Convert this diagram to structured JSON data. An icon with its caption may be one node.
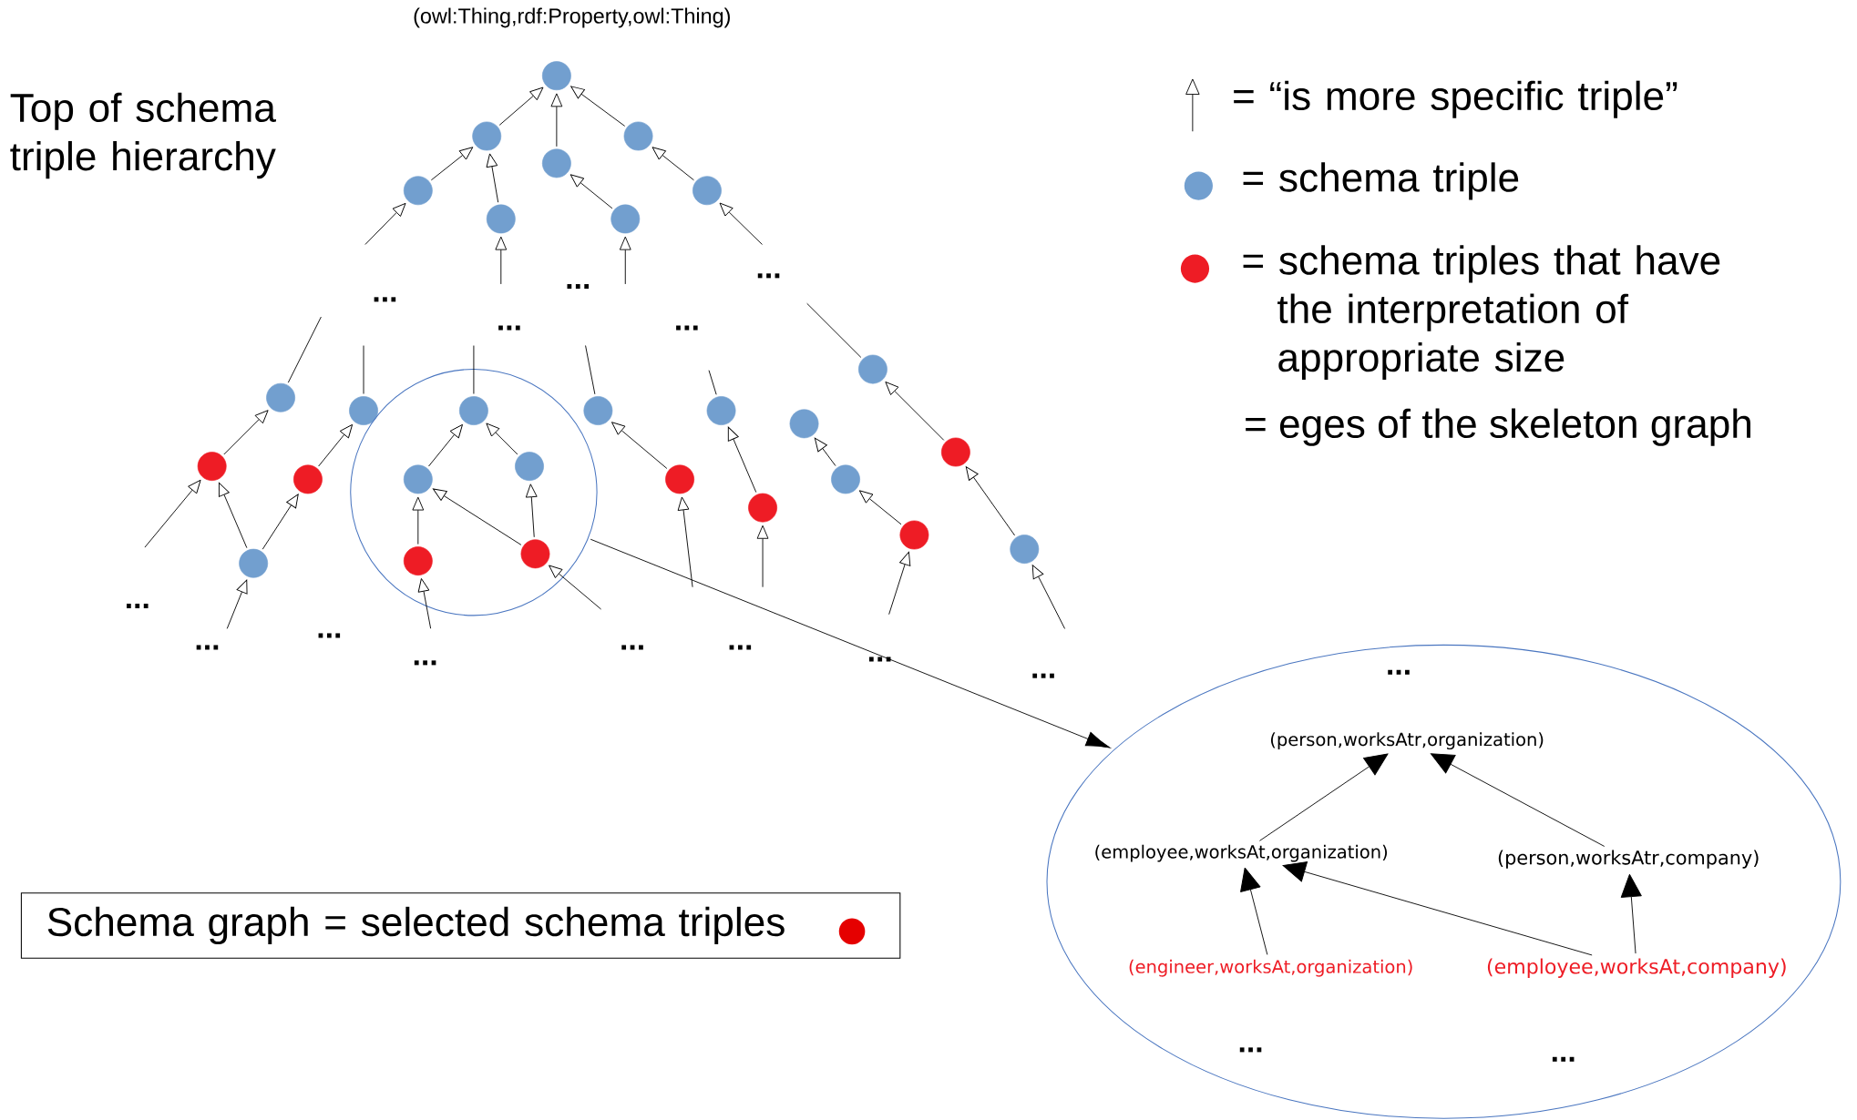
{
  "diagram": {
    "nodes": [
      {
        "text": [],
        "shape": "circle",
        "beside": [
          "(owl:Thing,rdf:Property,owl:Thing)"
        ]
      },
      {
        "text": [],
        "shape": "circle"
      },
      {
        "text": [],
        "shape": "circle"
      },
      {
        "text": [],
        "shape": "circle"
      },
      {
        "text": [],
        "shape": "circle"
      },
      {
        "text": [],
        "shape": "circle"
      },
      {
        "text": [],
        "shape": "circle"
      },
      {
        "text": [],
        "shape": "circle"
      },
      {
        "text": [],
        "shape": "circle"
      },
      {
        "text": [],
        "shape": "circle"
      },
      {
        "text": [],
        "shape": "circle"
      },
      {
        "text": [],
        "shape": "circle",
        "in": 10
      },
      {
        "text": [],
        "shape": "circle",
        "in": 10
      },
      {
        "text": [],
        "shape": "circle",
        "in": 10
      },
      {
        "text": [],
        "shape": "circle",
        "in": 10
      },
      {
        "text": [],
        "shape": "circle",
        "in": 10
      },
      {
        "text": [],
        "shape": "circle"
      },
      {
        "text": [],
        "shape": "circle"
      },
      {
        "text": [],
        "shape": "circle"
      },
      {
        "text": [],
        "shape": "circle"
      },
      {
        "text": [],
        "shape": "circle"
      },
      {
        "text": [],
        "shape": "circle"
      },
      {
        "text": [],
        "shape": "circle"
      },
      {
        "text": [],
        "shape": "circle"
      },
      {
        "text": [],
        "shape": "circle"
      },
      {
        "text": [],
        "shape": "circle"
      },
      {
        "text": [],
        "shape": "circle"
      },
      {
        "text": [],
        "shape": "circle"
      },
      {
        "text": [],
        "shape": "circle"
      },
      {
        "text": [],
        "shape": "ellipse"
      },
      {
        "text": [
          "(person,worksAtr,organization)"
        ],
        "in": 29
      },
      {
        "text": [
          "(employee,worksAt,organization)"
        ],
        "in": 29
      },
      {
        "text": [
          "(person,worksAtr,company)"
        ],
        "in": 29
      },
      {
        "text": [
          "(engineer,worksAt,organization)"
        ],
        "in": 29
      },
      {
        "text": [
          "(employee,worksAt,company)"
        ],
        "in": 29
      },
      {
        "text": [
          "Schema graph = selected schema triples"
        ]
      }
    ],
    "edges": [
      {
        "from": 1,
        "to": 0,
        "arrow": "to"
      },
      {
        "from": 2,
        "to": 0,
        "arrow": "to"
      },
      {
        "from": 3,
        "to": 0,
        "arrow": "to"
      },
      {
        "from": 4,
        "to": 1,
        "arrow": "to"
      },
      {
        "from": 5,
        "to": 1,
        "arrow": "to"
      },
      {
        "from": 6,
        "to": 2,
        "arrow": "to"
      },
      {
        "from": 7,
        "to": 3,
        "arrow": "to"
      },
      {
        "from": null,
        "to": 4,
        "arrow": "to"
      },
      {
        "from": null,
        "to": 5,
        "arrow": "to"
      },
      {
        "from": null,
        "to": 6,
        "arrow": "to"
      },
      {
        "from": null,
        "to": 7,
        "arrow": "to"
      },
      {
        "from": 8,
        "to": null,
        "arrow": "none"
      },
      {
        "from": 9,
        "to": null,
        "arrow": "none"
      },
      {
        "from": 11,
        "to": null,
        "arrow": "none"
      },
      {
        "from": 16,
        "to": null,
        "arrow": "none"
      },
      {
        "from": 17,
        "to": null,
        "arrow": "none"
      },
      {
        "from": 19,
        "to": null,
        "arrow": "none"
      },
      {
        "from": 20,
        "to": 8,
        "arrow": "to"
      },
      {
        "from": 21,
        "to": 9,
        "arrow": "to"
      },
      {
        "from": 22,
        "to": 20,
        "arrow": "to"
      },
      {
        "from": 22,
        "to": 21,
        "arrow": "to"
      },
      {
        "from": null,
        "to": 20,
        "arrow": "to"
      },
      {
        "from": null,
        "to": 22,
        "arrow": "to"
      },
      {
        "from": 12,
        "to": 11,
        "arrow": "to"
      },
      {
        "from": 13,
        "to": 11,
        "arrow": "to"
      },
      {
        "from": 14,
        "to": 12,
        "arrow": "to"
      },
      {
        "from": 15,
        "to": 12,
        "arrow": "to"
      },
      {
        "from": 15,
        "to": 13,
        "arrow": "to"
      },
      {
        "from": null,
        "to": 14,
        "arrow": "to"
      },
      {
        "from": null,
        "to": 15,
        "arrow": "to"
      },
      {
        "from": 23,
        "to": 16,
        "arrow": "to"
      },
      {
        "from": 24,
        "to": 17,
        "arrow": "to"
      },
      {
        "from": null,
        "to": 23,
        "arrow": "to"
      },
      {
        "from": null,
        "to": 24,
        "arrow": "to"
      },
      {
        "from": 25,
        "to": 18,
        "arrow": "to"
      },
      {
        "from": 26,
        "to": 25,
        "arrow": "to"
      },
      {
        "from": null,
        "to": 26,
        "arrow": "to"
      },
      {
        "from": 27,
        "to": 19,
        "arrow": "to"
      },
      {
        "from": 28,
        "to": 27,
        "arrow": "to"
      },
      {
        "from": null,
        "to": 28,
        "arrow": "to"
      },
      {
        "from": 10,
        "to": 29,
        "arrow": "to"
      },
      {
        "from": 31,
        "to": 30,
        "arrow": "to"
      },
      {
        "from": 32,
        "to": 30,
        "arrow": "to"
      },
      {
        "from": 33,
        "to": 31,
        "arrow": "to"
      },
      {
        "from": 34,
        "to": 31,
        "arrow": "to"
      },
      {
        "from": 34,
        "to": 32,
        "arrow": "to"
      }
    ],
    "labels": [
      "Top of schema triple hierarchy",
      "...",
      "...",
      "...",
      "...",
      "...",
      "= eges of the skeleton graph",
      "...",
      "...",
      "...",
      "...",
      "...",
      "...",
      "...",
      "...",
      "...",
      "...",
      "..."
    ],
    "legend": [
      {
        "text": "= “is more specific triple”"
      },
      {
        "text": "= schema triple",
        "color": "#729fcf"
      },
      {
        "text": "= schema triples that have the interpretation of appropriate size",
        "color": "#ee1c25"
      }
    ]
  }
}
